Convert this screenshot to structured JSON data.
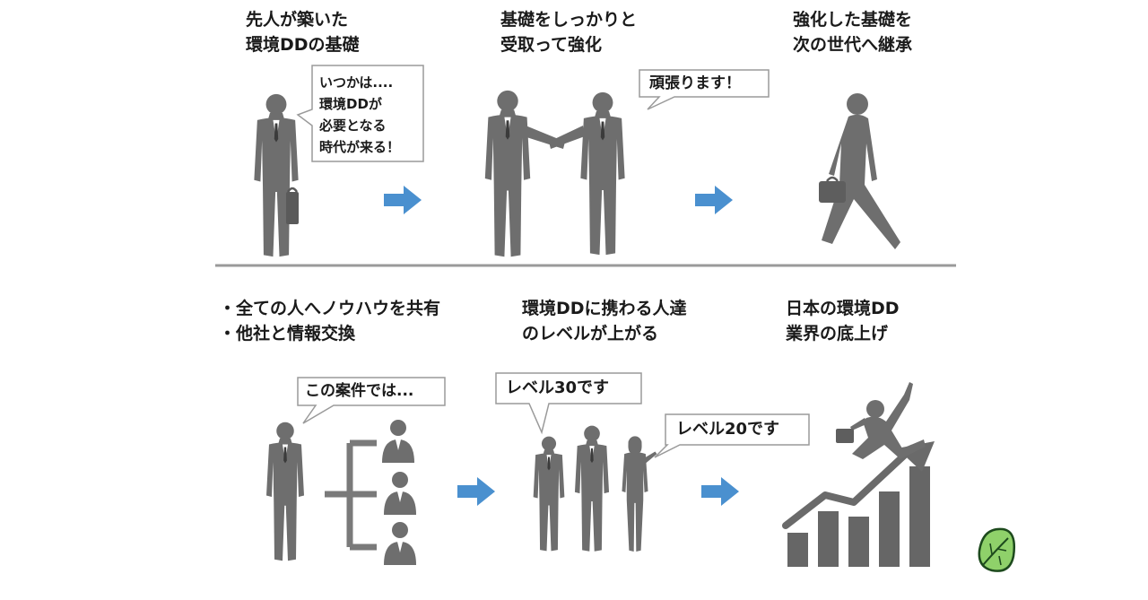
{
  "top_steps": [
    {
      "lines": [
        "先人が築いた",
        "環境DDの基礎"
      ]
    },
    {
      "lines": [
        "基礎をしっかりと",
        "受取って強化"
      ]
    },
    {
      "lines": [
        "強化した基礎を",
        "次の世代へ継承"
      ]
    }
  ],
  "bottom_steps": [
    {
      "lines": [
        "・全ての人へノウハウを共有",
        "・他社と情報交換"
      ]
    },
    {
      "lines": [
        "環境DDに携わる人達",
        "のレベルが上がる"
      ]
    },
    {
      "lines": [
        "日本の環境DD",
        "業界の底上げ"
      ]
    }
  ],
  "speech_bubbles": {
    "pioneer": [
      "いつかは....",
      "環境DDが",
      "必要となる",
      "時代が来る！"
    ],
    "receiver": "頑張ります！",
    "sharer": "この案件では...",
    "level30": "レベル30です",
    "level20": "レベル20です"
  },
  "colors": {
    "arrow": "#4a90cf",
    "silhouette": "#6e6e6e",
    "silhouette_dark": "#4d4d4d",
    "divider": "#9a9a9a",
    "bubble_border": "#9a9a9a",
    "chart_bar": "#666666",
    "leaf_fill": "#8fd16a",
    "leaf_stroke": "#1d4a1d"
  },
  "icons": {
    "flow_arrow": "right-arrow-icon",
    "leaf": "leaf-logo-icon"
  }
}
